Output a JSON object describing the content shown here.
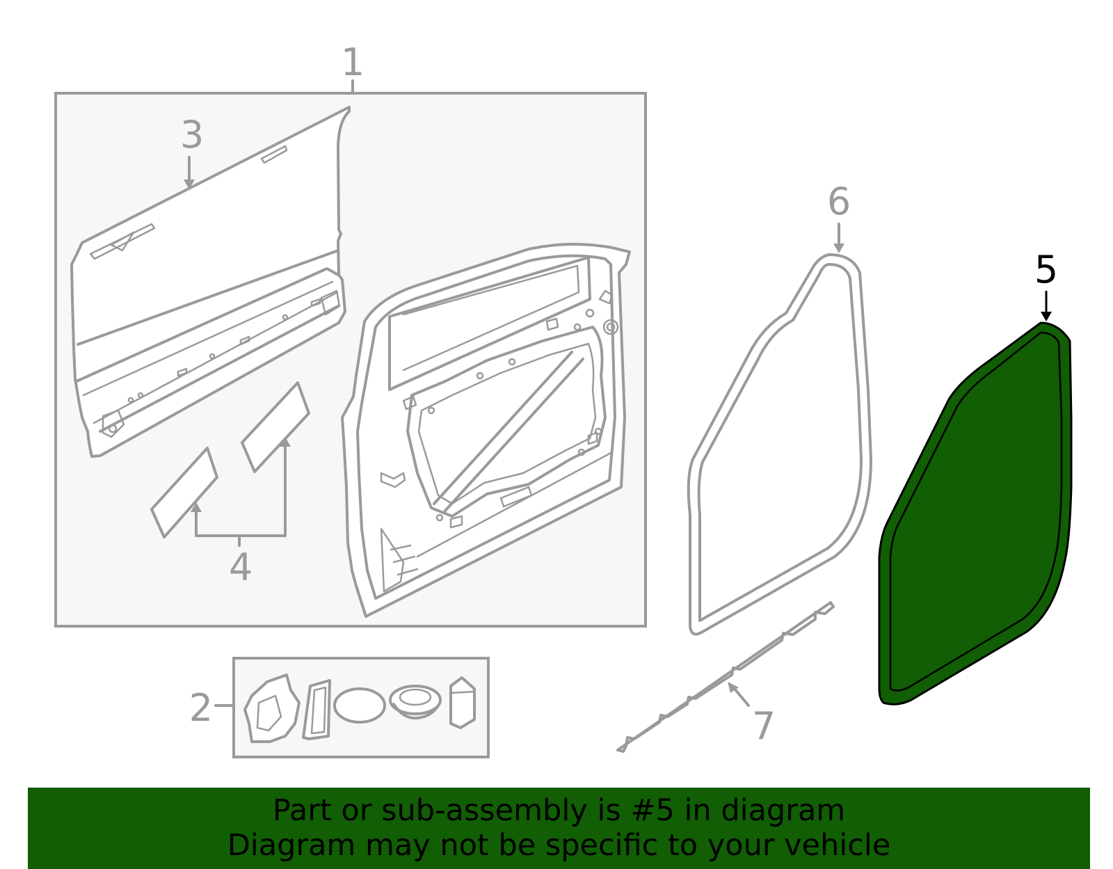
{
  "callouts": {
    "c1": "1",
    "c2": "2",
    "c3": "3",
    "c4": "4",
    "c5": "5",
    "c6": "6",
    "c7": "7"
  },
  "highlighted_part": "5",
  "colors": {
    "highlight_fill": "#115e05",
    "line_gray": "#9a9a9a",
    "box_background": "#f7f7f7",
    "banner_background": "#115e05"
  },
  "banner": {
    "line1": "Part or sub-assembly is #5 in diagram",
    "line2": "Diagram may not be specific to your vehicle"
  }
}
